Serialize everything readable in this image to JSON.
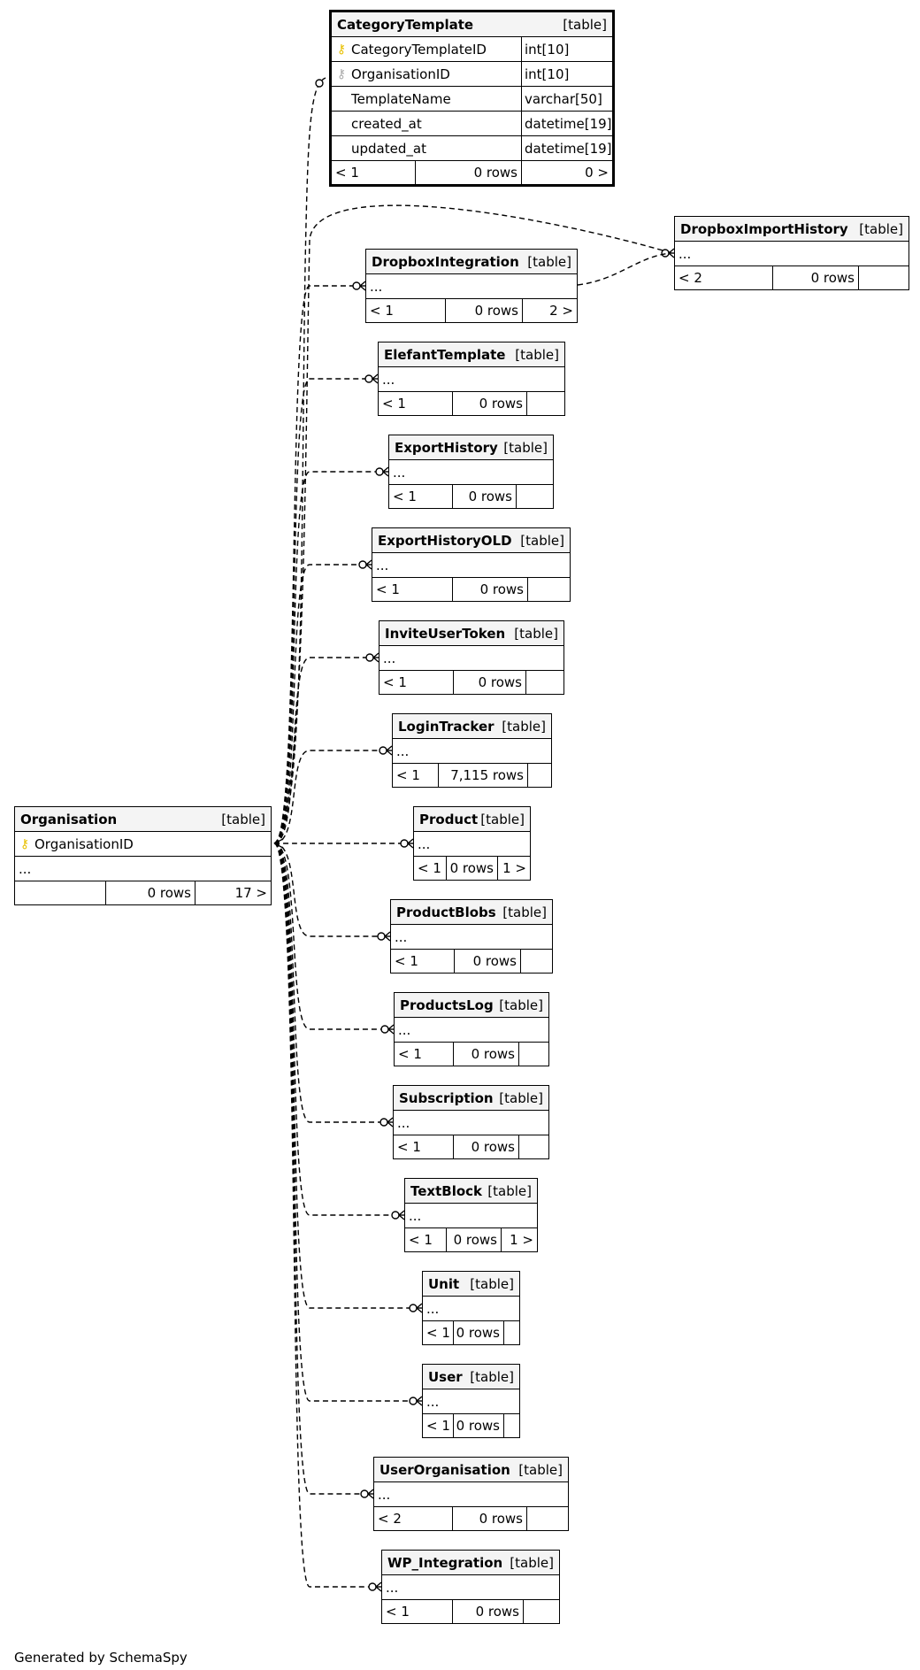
{
  "footer_text": "Generated by SchemaSpy",
  "tag": "[table]",
  "key_icons": {
    "primary": "primary-key-icon",
    "foreign": "foreign-key-icon"
  },
  "category_template": {
    "name": "CategoryTemplate",
    "columns": [
      {
        "name": "CategoryTemplateID",
        "type": "int[10]",
        "key": "primary"
      },
      {
        "name": "OrganisationID",
        "type": "int[10]",
        "key": "foreign"
      },
      {
        "name": "TemplateName",
        "type": "varchar[50]",
        "key": ""
      },
      {
        "name": "created_at",
        "type": "datetime[19]",
        "key": ""
      },
      {
        "name": "updated_at",
        "type": "datetime[19]",
        "key": ""
      }
    ],
    "footer": {
      "left": "< 1",
      "rows": "0 rows",
      "right": "0 >"
    }
  },
  "organisation": {
    "name": "Organisation",
    "key_column": "OrganisationID",
    "more": "...",
    "footer": {
      "left": "",
      "rows": "0 rows",
      "right": "17 >"
    }
  },
  "dropbox_import_history": {
    "name": "DropboxImportHistory",
    "more": "...",
    "footer": {
      "left": "< 2",
      "rows": "0 rows",
      "right": ""
    }
  },
  "tables": [
    {
      "name": "DropboxIntegration",
      "more": "...",
      "footer": {
        "left": "< 1",
        "rows": "0 rows",
        "right": "2 >"
      }
    },
    {
      "name": "ElefantTemplate",
      "more": "...",
      "footer": {
        "left": "< 1",
        "rows": "0 rows",
        "right": ""
      }
    },
    {
      "name": "ExportHistory",
      "more": "...",
      "footer": {
        "left": "< 1",
        "rows": "0 rows",
        "right": ""
      }
    },
    {
      "name": "ExportHistoryOLD",
      "more": "...",
      "footer": {
        "left": "< 1",
        "rows": "0 rows",
        "right": ""
      }
    },
    {
      "name": "InviteUserToken",
      "more": "...",
      "footer": {
        "left": "< 1",
        "rows": "0 rows",
        "right": ""
      }
    },
    {
      "name": "LoginTracker",
      "more": "...",
      "footer": {
        "left": "< 1",
        "rows": "7,115 rows",
        "right": ""
      }
    },
    {
      "name": "Product",
      "more": "...",
      "footer": {
        "left": "< 1",
        "rows": "0 rows",
        "right": "1 >"
      }
    },
    {
      "name": "ProductBlobs",
      "more": "...",
      "footer": {
        "left": "< 1",
        "rows": "0 rows",
        "right": ""
      }
    },
    {
      "name": "ProductsLog",
      "more": "...",
      "footer": {
        "left": "< 1",
        "rows": "0 rows",
        "right": ""
      }
    },
    {
      "name": "Subscription",
      "more": "...",
      "footer": {
        "left": "< 1",
        "rows": "0 rows",
        "right": ""
      }
    },
    {
      "name": "TextBlock",
      "more": "...",
      "footer": {
        "left": "< 1",
        "rows": "0 rows",
        "right": "1 >"
      }
    },
    {
      "name": "Unit",
      "more": "...",
      "footer": {
        "left": "< 1",
        "rows": "0 rows",
        "right": ""
      }
    },
    {
      "name": "User",
      "more": "...",
      "footer": {
        "left": "< 1",
        "rows": "0 rows",
        "right": ""
      }
    },
    {
      "name": "UserOrganisation",
      "more": "...",
      "footer": {
        "left": "< 2",
        "rows": "0 rows",
        "right": ""
      }
    },
    {
      "name": "WP_Integration",
      "more": "...",
      "footer": {
        "left": "< 1",
        "rows": "0 rows",
        "right": ""
      }
    }
  ]
}
